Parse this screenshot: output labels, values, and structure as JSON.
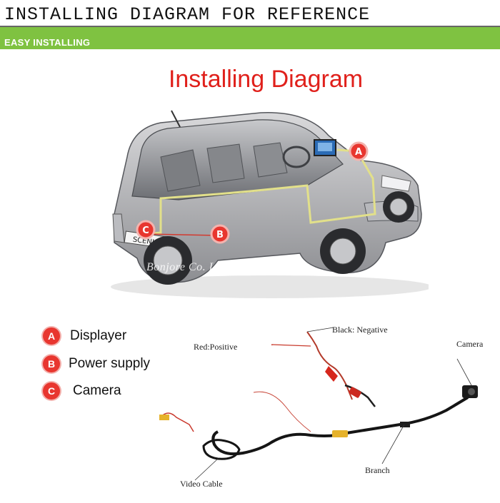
{
  "header": {
    "title": "INSTALLING DIAGRAM FOR REFERENCE",
    "section_label": "EASY INSTALLING"
  },
  "diagram": {
    "title": "Installing Diagram",
    "car_plate": "SCENIC",
    "watermark": "Bonjore Co. Ltd",
    "markers": [
      "A",
      "B",
      "C"
    ]
  },
  "legend": {
    "items": [
      {
        "badge": "A",
        "label": "Displayer"
      },
      {
        "badge": "B",
        "label": "Power supply"
      },
      {
        "badge": "C",
        "label": "Camera"
      }
    ]
  },
  "wiring": {
    "red_positive": "Red:Positive",
    "black_negative": "Black: Negative",
    "camera": "Camera",
    "video_cable": "Video Cable",
    "branch": "Branch"
  },
  "colors": {
    "accent_green": "#7fc241",
    "marker_red": "#e8362f",
    "title_red": "#e0201b",
    "wire_path": "#e2e08a"
  }
}
